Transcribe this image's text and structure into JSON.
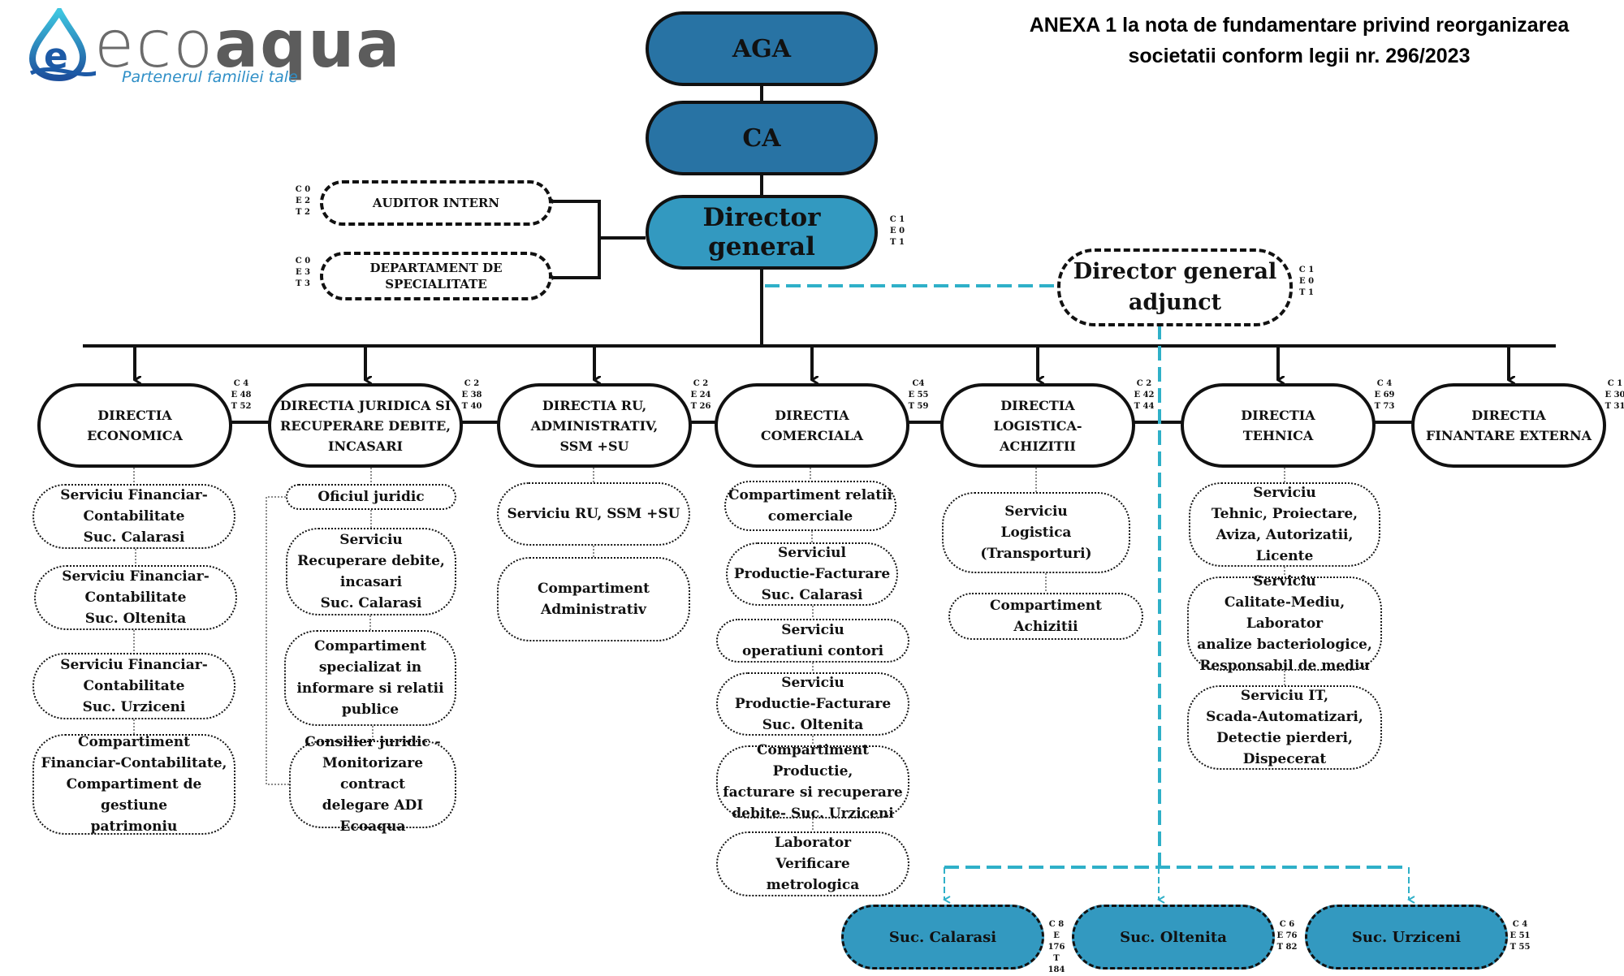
{
  "logo": {
    "wordmark_light": "eco",
    "wordmark_bold": "aqua",
    "tagline": "Partenerul familiei tale",
    "icon": "water-drop-e-icon"
  },
  "title": {
    "line1": "ANEXA 1 la nota de fundamentare privind reorganizarea",
    "line2": "societatii conform legii nr. 296/2023"
  },
  "colors": {
    "top_fill": "#2873a4",
    "director_fill": "#3399c0",
    "branch_fill": "#3399c0",
    "dashed_link": "#2fb0c8",
    "outline": "#111111"
  },
  "top": {
    "aga": "AGA",
    "ca": "CA"
  },
  "director_general": {
    "label": "Director general",
    "stats": {
      "c": "C 1",
      "e": "E 0",
      "t": "T 1"
    }
  },
  "auditor": {
    "label": "AUDITOR INTERN",
    "stats": {
      "c": "C 0",
      "e": "E 2",
      "t": "T 2"
    }
  },
  "departament": {
    "label": "DEPARTAMENT DE\nSPECIALITATE",
    "stats": {
      "c": "C 0",
      "e": "E 3",
      "t": "T 3"
    }
  },
  "adjunct": {
    "label": "Director general\nadjunct",
    "stats": {
      "c": "C 1",
      "e": "E 0",
      "t": "T 1"
    }
  },
  "directions": [
    {
      "label": "DIRECTIA\nECONOMICA",
      "stats": {
        "c": "C 4",
        "e": "E 48",
        "t": "T 52"
      },
      "units": [
        "Serviciu Financiar-\nContabilitate\nSuc. Calarasi",
        "Serviciu Financiar-\nContabilitate\nSuc. Oltenita",
        "Serviciu Financiar-\nContabilitate\nSuc. Urziceni",
        "Compartiment\nFinanciar-Contabilitate,\nCompartiment de gestiune\npatrimoniu"
      ]
    },
    {
      "label": "DIRECTIA JURIDICA SI\nRECUPERARE DEBITE,\nINCASARI",
      "stats": {
        "c": "C 2",
        "e": "E 38",
        "t": "T 40"
      },
      "units": [
        "Oficiul juridic",
        "Serviciu\nRecuperare debite,\nincasari\nSuc. Calarasi",
        "Compartiment\nspecializat in\ninformare si relatii\npublice",
        "Consilier juridic -\nMonitorizare contract\ndelegare ADI Ecoaqua"
      ]
    },
    {
      "label": "DIRECTIA RU,\nADMINISTRATIV,\nSSM +SU",
      "stats": {
        "c": "C 2",
        "e": "E 24",
        "t": "T 26"
      },
      "units": [
        "Serviciu  RU, SSM +SU",
        "Compartiment\nAdministrativ"
      ]
    },
    {
      "label": "DIRECTIA\nCOMERCIALA",
      "stats": {
        "c": "C4",
        "e": "E 55",
        "t": "T 59"
      },
      "units": [
        "Compartiment relatii\ncomerciale",
        "Serviciul\nProductie-Facturare\nSuc. Calarasi",
        "Serviciu\noperatiuni contori",
        "Serviciu\nProductie-Facturare\nSuc. Oltenita",
        "Compartiment Productie,\nfacturare si recuperare\ndebite- Suc. Urziceni",
        "Laborator\nVerificare\nmetrologica"
      ]
    },
    {
      "label": "DIRECTIA\nLOGISTICA-\nACHIZITII",
      "stats": {
        "c": "C 2",
        "e": "E 42",
        "t": "T 44"
      },
      "units": [
        "Serviciu\nLogistica\n(Transporturi)",
        "Compartiment\nAchizitii"
      ]
    },
    {
      "label": "DIRECTIA\nTEHNICA",
      "stats": {
        "c": "C 4",
        "e": "E 69",
        "t": "T 73"
      },
      "units": [
        "Serviciu\nTehnic, Proiectare,\nAviza, Autorizatii, Licente",
        "Serviciu\nCalitate-Mediu, Laborator\nanalize bacteriologice,\nResponsabil de mediu",
        "Serviciu IT,\nScada-Automatizari,\nDetectie pierderi,\nDispecerat"
      ]
    },
    {
      "label": "DIRECTIA\nFINANTARE EXTERNA",
      "stats": {
        "c": "C 1",
        "e": "E 30",
        "t": "T 31"
      },
      "units": []
    }
  ],
  "branches": [
    {
      "label": "Suc. Calarasi",
      "stats": {
        "c": "C 8",
        "e": "E 176",
        "t": "T 184"
      }
    },
    {
      "label": "Suc. Oltenita",
      "stats": {
        "c": "C 6",
        "e": "E 76",
        "t": "T 82"
      }
    },
    {
      "label": "Suc. Urziceni",
      "stats": {
        "c": "C 4",
        "e": "E 51",
        "t": "T 55"
      }
    }
  ]
}
